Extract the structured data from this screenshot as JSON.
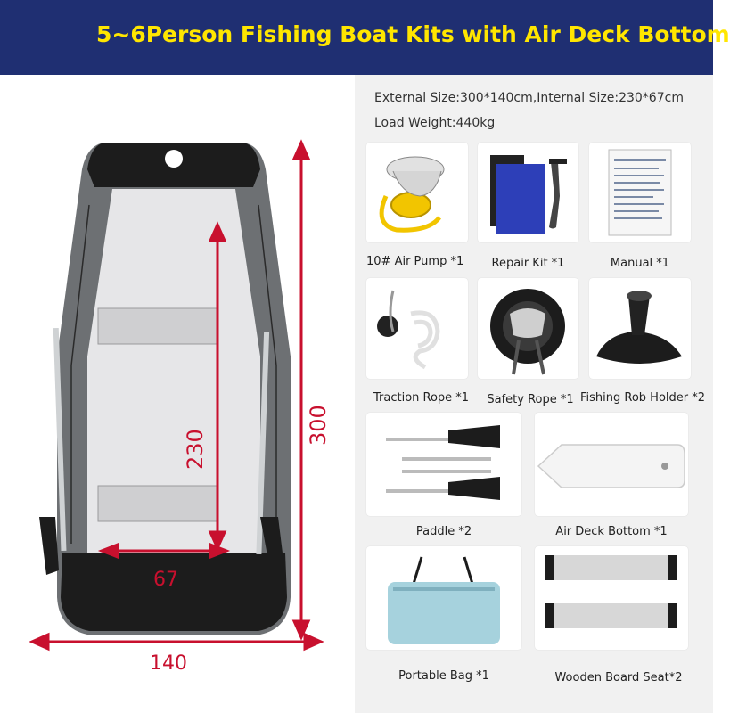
{
  "banner": {
    "title": "5~6Person Fishing Boat Kits with Air Deck Bottom",
    "background": "#1f2f72",
    "title_color": "#ffe600"
  },
  "specs": {
    "size": "External Size:300*140cm,Internal Size:230*67cm",
    "load": "Load Weight:440kg"
  },
  "dimensions": {
    "length_outer": "300",
    "length_inner": "230",
    "width_outer": "140",
    "width_inner": "67",
    "color": "#c8102e"
  },
  "accessories": [
    {
      "label": "10# Air Pump *1",
      "icon": "air-pump"
    },
    {
      "label": "Repair Kit *1",
      "icon": "repair-kit"
    },
    {
      "label": "Manual *1",
      "icon": "manual"
    },
    {
      "label": "Traction Rope *1",
      "icon": "traction-rope"
    },
    {
      "label": "Safety Rope *1",
      "icon": "safety-rope"
    },
    {
      "label": "Fishing Rob Holder *2",
      "icon": "rod-holder"
    },
    {
      "label": "Paddle *2",
      "icon": "paddle"
    },
    {
      "label": "Air Deck Bottom *1",
      "icon": "air-deck"
    },
    {
      "label": "Portable Bag *1",
      "icon": "bag"
    },
    {
      "label": "Wooden Board Seat*2",
      "icon": "board-seat"
    }
  ]
}
